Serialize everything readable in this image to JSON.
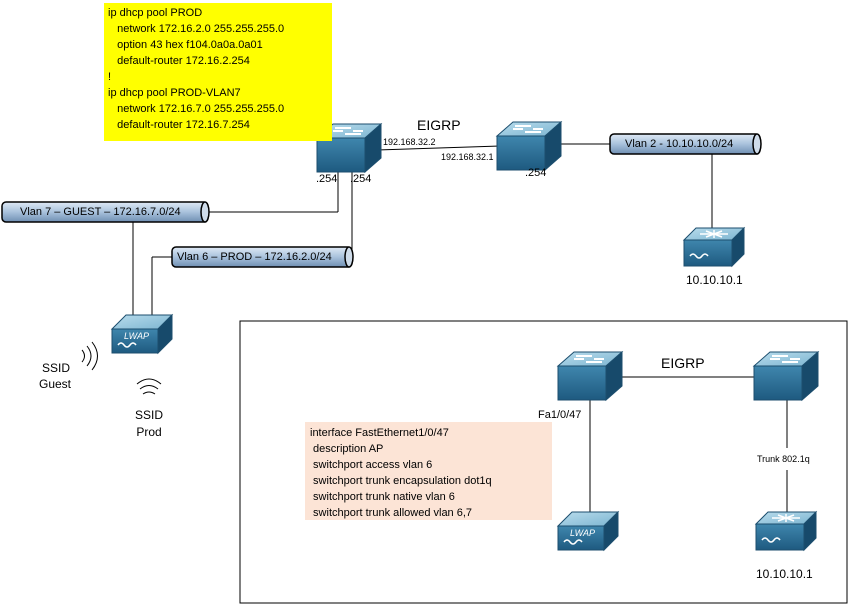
{
  "dhcp_config": {
    "lines": [
      "ip dhcp pool PROD",
      "   network 172.16.2.0 255.255.255.0",
      "   option 43 hex f104.0a0a.0a01",
      "   default-router 172.16.2.254",
      "!",
      "ip dhcp pool PROD-VLAN7",
      "   network 172.16.7.0 255.255.255.0",
      "   default-router 172.16.7.254"
    ]
  },
  "interface_config": {
    "lines": [
      "interface FastEthernet1/0/47",
      " description AP",
      " switchport access vlan 6",
      " switchport trunk encapsulation dot1q",
      " switchport trunk native vlan 6",
      " switchport trunk allowed vlan 6,7"
    ]
  },
  "top": {
    "eigrp_label": "EIGRP",
    "link_ip_left": "192.168.32.2",
    "link_ip_right": "192.168.32.1",
    "sw1_ip_a": ".254",
    "sw1_ip_b": ".254",
    "sw2_ip": ".254",
    "vlan2": "Vlan 2 - 10.10.10.0/24",
    "vlan7": "Vlan 7 – GUEST – 172.16.7.0/24",
    "vlan6": "Vlan 6 – PROD – 172.16.2.0/24",
    "controller_ip": "10.10.10.1",
    "lwap_text": "LWAP",
    "ssid_guest_1": "SSID",
    "ssid_guest_2": "Guest",
    "ssid_prod_1": "SSID",
    "ssid_prod_2": "Prod"
  },
  "bottom": {
    "eigrp_label": "EIGRP",
    "port_label": "Fa1/0/47",
    "trunk_label": "Trunk 802.1q",
    "controller_ip": "10.10.10.1",
    "lwap_text": "LWAP"
  }
}
